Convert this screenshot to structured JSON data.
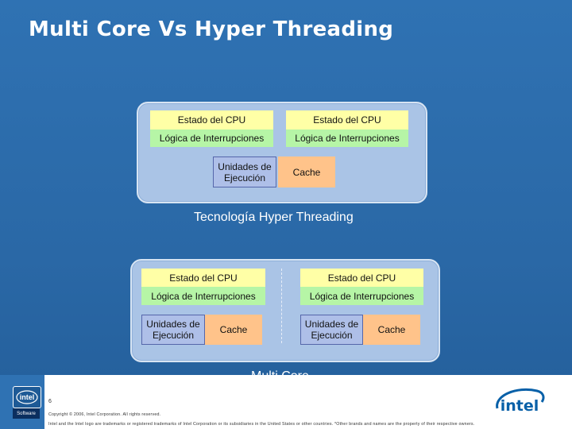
{
  "slide": {
    "title": "Multi Core Vs Hyper Threading"
  },
  "hyper_threading": {
    "caption": "Tecnología Hyper Threading",
    "left_state": "Estado del CPU",
    "right_state": "Estado del CPU",
    "left_interrupts": "Lógica de Interrupciones",
    "right_interrupts": "Lógica de Interrupciones",
    "execution": "Unidades de Ejecución",
    "cache": "Cache"
  },
  "multi_core": {
    "caption": "Multi Core",
    "cores": [
      {
        "state": "Estado del CPU",
        "interrupts": "Lógica de Interrupciones",
        "execution": "Unidades de Ejecución",
        "cache": "Cache"
      },
      {
        "state": "Estado del CPU",
        "interrupts": "Lógica de Interrupciones",
        "execution": "Unidades de Ejecución",
        "cache": "Cache"
      }
    ]
  },
  "footer": {
    "page_number": "6",
    "copyright": "Copyright © 2006, Intel Corporation. All rights reserved.",
    "trademark": "Intel and the Intel logo are trademarks or registered trademarks of Intel Corporation or its subsidiaries in the United States or other countries. *Other brands and names are the property of their respective owners.",
    "badge_logo": "intel",
    "badge_label": "Software",
    "logo_text": "intel"
  },
  "colors": {
    "background": "#2f72b3",
    "cpu_state": "#ffffa6",
    "interrupts": "#b6f5a6",
    "execution": "#aebfe8",
    "cache": "#ffc38a",
    "intel_blue": "#0860a8"
  }
}
